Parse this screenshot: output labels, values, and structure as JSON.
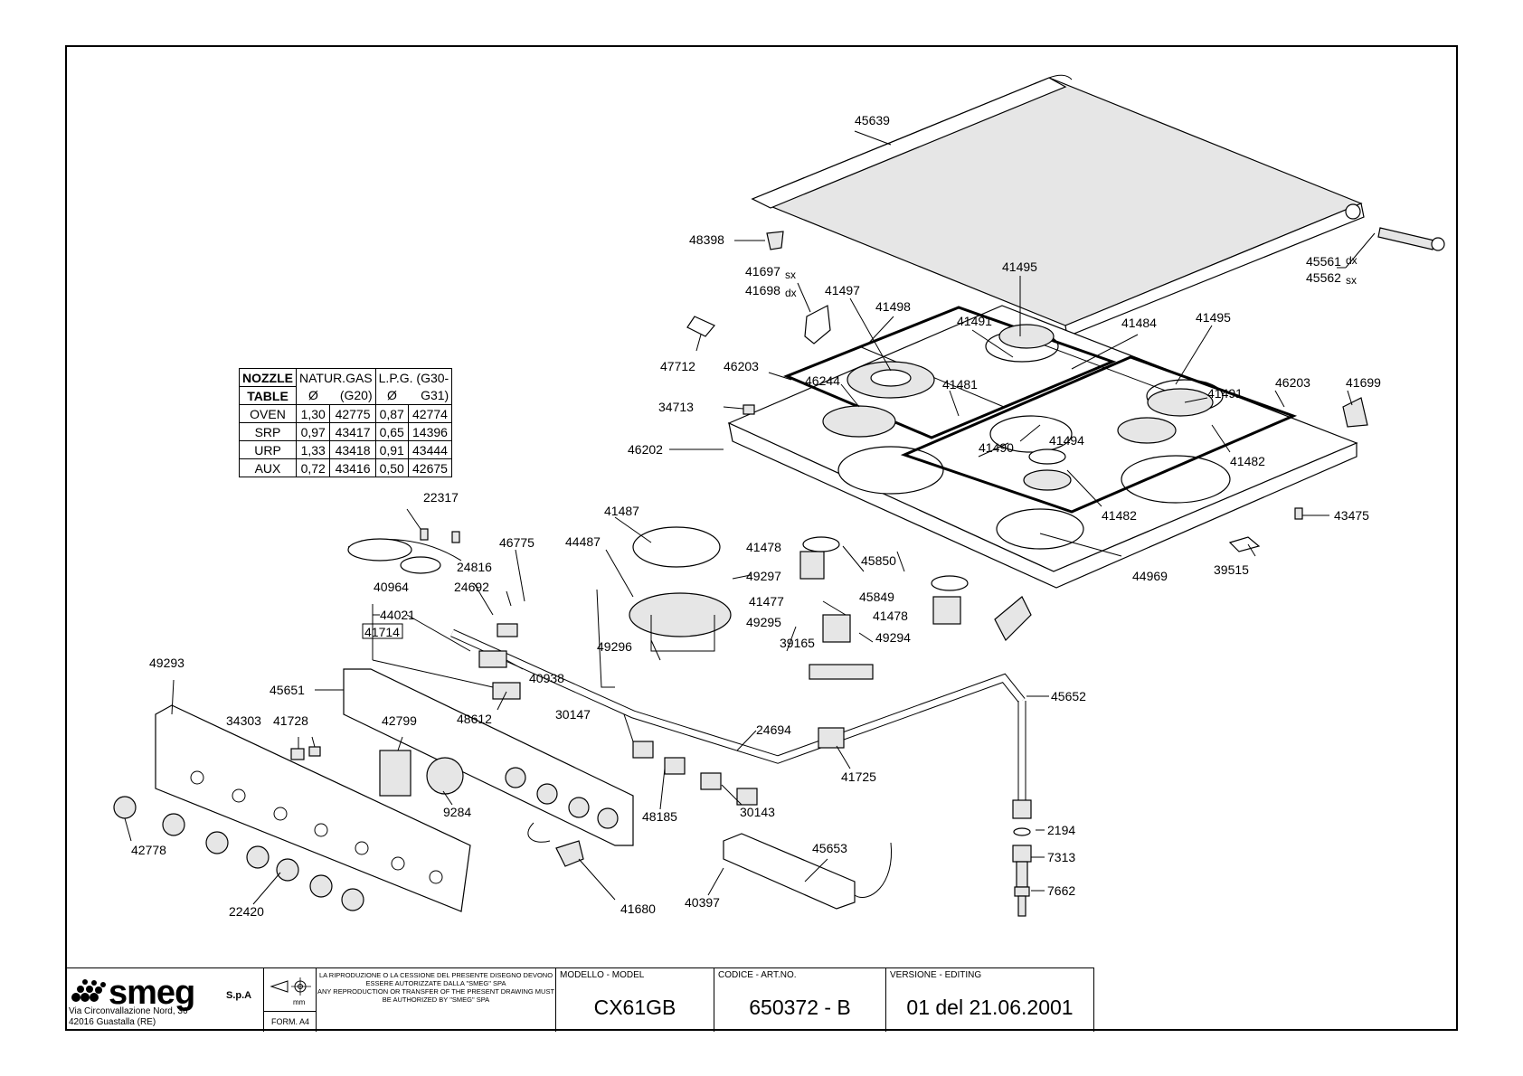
{
  "labels": {
    "p45639": "45639",
    "p48398": "48398",
    "p41697": "41697",
    "p41697_side": "sx",
    "p41698": "41698",
    "p41698_side": "dx",
    "p41497": "41497",
    "p41498": "41498",
    "p41495a": "41495",
    "p45561": "45561",
    "p45561_side": "dx",
    "p45562": "45562",
    "p45562_side": "sx",
    "p41491a": "41491",
    "p41484": "41484",
    "p41495b": "41495",
    "p47712": "47712",
    "p46203a": "46203",
    "p46203b": "46203",
    "p41699": "41699",
    "p41481": "41481",
    "p46244": "46244",
    "p41491b": "41491",
    "p34713": "34713",
    "p46202": "46202",
    "p41494": "41494",
    "p41490": "41490",
    "p41482a": "41482",
    "p41482b": "41482",
    "p43475": "43475",
    "p22317": "22317",
    "p41487": "41487",
    "p44487": "44487",
    "p46775": "46775",
    "p24816": "24816",
    "p24692": "24692",
    "p41478a": "41478",
    "p45850": "45850",
    "p44969": "44969",
    "p39515": "39515",
    "p49297": "49297",
    "p40964": "40964",
    "p45849": "45849",
    "p41477": "41477",
    "p41478b": "41478",
    "p44021": "44021",
    "p41714": "41714",
    "p49295": "49295",
    "p49294": "49294",
    "p49296": "49296",
    "p39165": "39165",
    "p49293": "49293",
    "p40938": "40938",
    "p45651": "45651",
    "p45652": "45652",
    "p48612": "48612",
    "p34303": "34303",
    "p41728": "41728",
    "p42799": "42799",
    "p30147": "30147",
    "p24694": "24694",
    "p41725": "41725",
    "p9284": "9284",
    "p48185": "48185",
    "p30143": "30143",
    "p2194": "2194",
    "p42778": "42778",
    "p45653": "45653",
    "p7313": "7313",
    "p7662": "7662",
    "p40397": "40397",
    "p41680": "41680",
    "p22420": "22420"
  },
  "nozzle_table": {
    "header_col1": "NOZZLE",
    "header_col1b": "TABLE",
    "header_nat": "NATUR.GAS",
    "header_nat_dia": "Ø",
    "header_nat_code": "(G20)",
    "header_lpg": "L.P.G. (G30-",
    "header_lpg_dia": "Ø",
    "header_lpg_code": "G31)",
    "rows": [
      {
        "name": "OVEN",
        "nat_dia": "1,30",
        "nat_code": "42775",
        "lpg_dia": "0,87",
        "lpg_code": "42774"
      },
      {
        "name": "SRP",
        "nat_dia": "0,97",
        "nat_code": "43417",
        "lpg_dia": "0,65",
        "lpg_code": "14396"
      },
      {
        "name": "URP",
        "nat_dia": "1,33",
        "nat_code": "43418",
        "lpg_dia": "0,91",
        "lpg_code": "43444"
      },
      {
        "name": "AUX",
        "nat_dia": "0,72",
        "nat_code": "43416",
        "lpg_dia": "0,50",
        "lpg_code": "42675"
      }
    ]
  },
  "titleblock": {
    "brand": "smeg",
    "company": "S.p.A",
    "address_line1": "Via Circonvallazione Nord, 36",
    "address_line2": "42016  Guastalla (RE)",
    "form": "FORM. A4",
    "unit": "mm",
    "note_it": "LA RIPRODUZIONE O LA CESSIONE DEL PRESENTE DISEGNO DEVONO ESSERE AUTORIZZATE DALLA \"SMEG\" SPA",
    "note_en": "ANY REPRODUCTION OR TRANSFER OF THE PRESENT DRAWING MUST BE AUTHORIZED BY \"SMEG\" SPA",
    "model_label": "MODELLO - MODEL",
    "model_value": "CX61GB",
    "code_label": "CODICE - ART.NO.",
    "code_value": "650372 - B",
    "version_label": "VERSIONE - EDITING",
    "version_value": "01 del 21.06.2001"
  }
}
